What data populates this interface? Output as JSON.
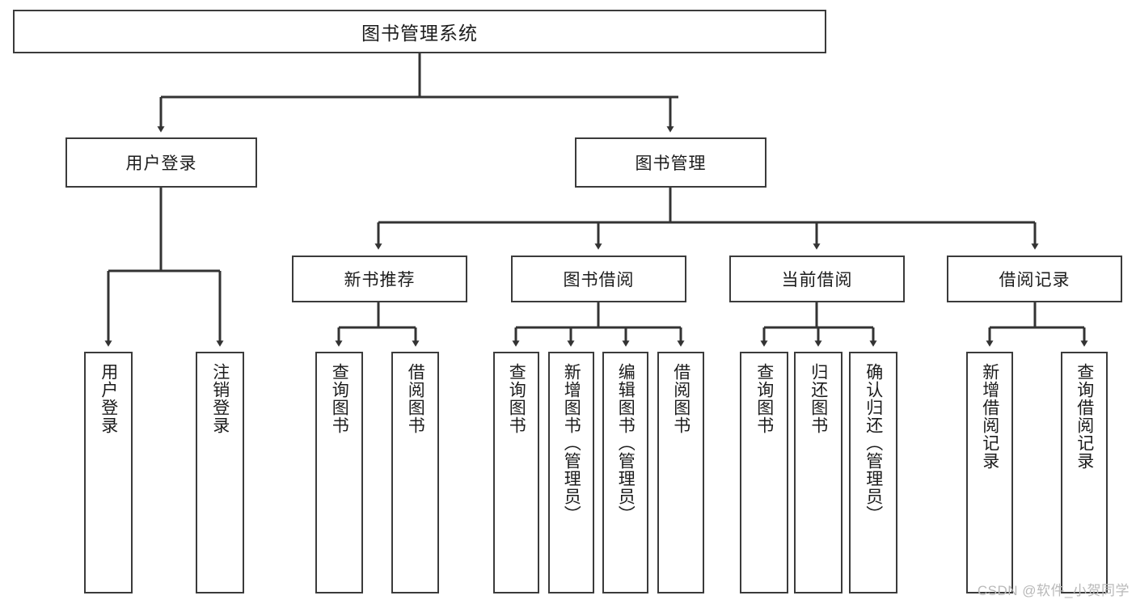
{
  "diagram": {
    "title": "图书管理系统",
    "type": "tree",
    "watermark": "CSDN @软件_小贺同学",
    "colors": {
      "box_border": "#3b3b3b",
      "box_fill": "#ffffff",
      "edge": "#333333",
      "text": "#1c1c1c",
      "watermark": "#b9b9b9",
      "background": "#ffffff"
    },
    "root": {
      "label": "图书管理系统"
    },
    "level2": [
      {
        "label": "用户登录"
      },
      {
        "label": "图书管理"
      }
    ],
    "level3": [
      {
        "label": "新书推荐"
      },
      {
        "label": "图书借阅"
      },
      {
        "label": "当前借阅"
      },
      {
        "label": "借阅记录"
      }
    ],
    "leaves": {
      "user_login": [
        {
          "label": "用户登录"
        },
        {
          "label": "注销登录"
        }
      ],
      "new_book_recommend": [
        {
          "label": "查询图书"
        },
        {
          "label": "借阅图书"
        }
      ],
      "book_borrow": [
        {
          "label": "查询图书"
        },
        {
          "label": "新增图书（管理员）"
        },
        {
          "label": "编辑图书（管理员）"
        },
        {
          "label": "借阅图书"
        }
      ],
      "current_borrow": [
        {
          "label": "查询图书"
        },
        {
          "label": "归还图书"
        },
        {
          "label": "确认归还（管理员）"
        }
      ],
      "borrow_record": [
        {
          "label": "新增借阅记录"
        },
        {
          "label": "查询借阅记录"
        }
      ]
    }
  }
}
